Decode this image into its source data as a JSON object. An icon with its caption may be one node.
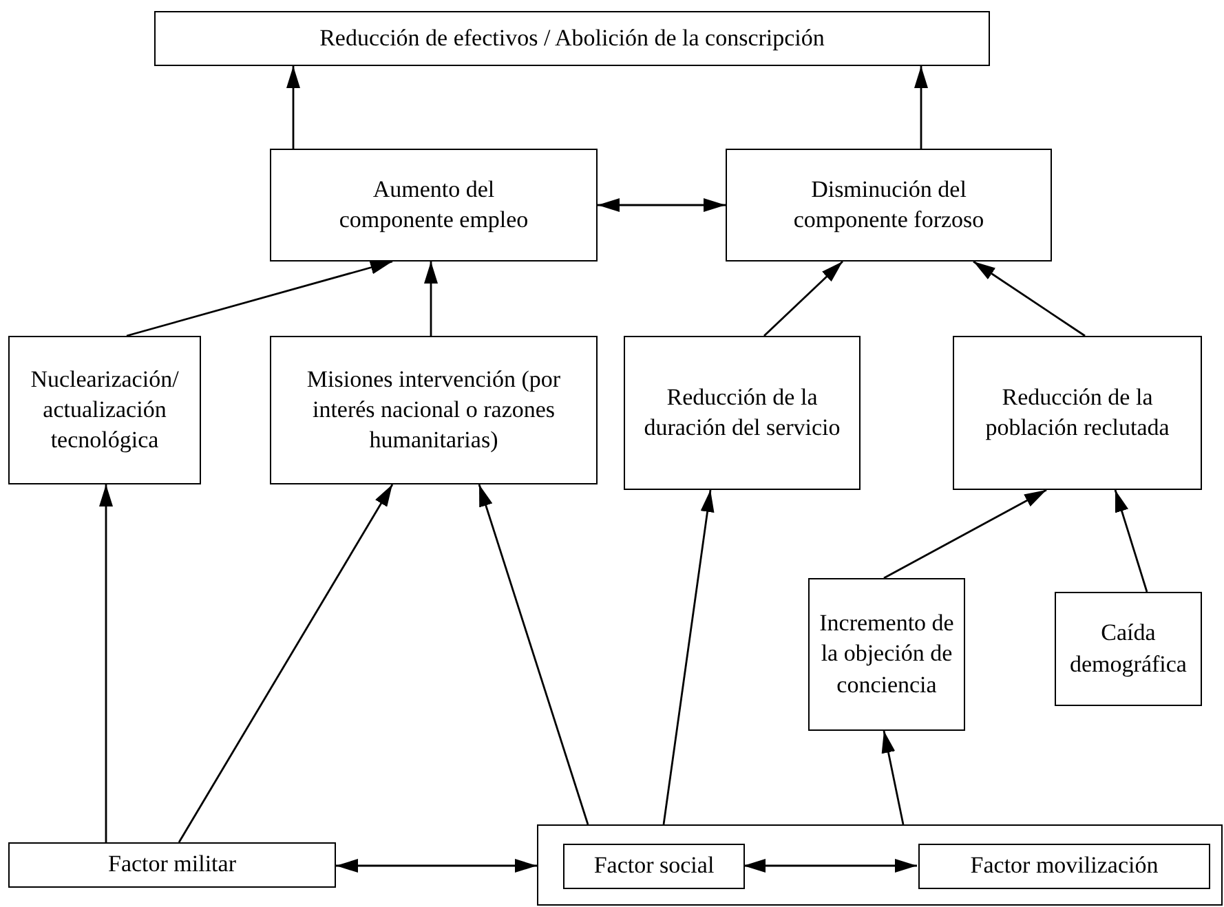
{
  "diagram": {
    "nodes": [
      {
        "text": [
          "Reducción de efectivos / Abolición de la conscripción"
        ]
      },
      {
        "text": [
          "Aumento del componente empleo"
        ]
      },
      {
        "text": [
          "Disminución del componente forzoso"
        ]
      },
      {
        "text": [
          "Nuclearización/ actualización tecnológica"
        ]
      },
      {
        "text": [
          "Misiones intervención (por interés nacional o razones humanitarias)"
        ]
      },
      {
        "text": [
          "Reducción de la duración del servicio"
        ]
      },
      {
        "text": [
          "Reducción de la población reclutada"
        ]
      },
      {
        "text": [
          "Incremento de la objeción de conciencia"
        ]
      },
      {
        "text": [
          "Caída demográfica"
        ]
      },
      {
        "text": [
          "Factor militar"
        ]
      },
      {
        "text": [],
        "shape": "box"
      },
      {
        "text": [
          "Factor social"
        ],
        "in": 10
      },
      {
        "text": [
          "Factor movilización"
        ],
        "in": 10
      }
    ],
    "edges": [
      {
        "from": 1,
        "to": 0,
        "arrow": "to"
      },
      {
        "from": 2,
        "to": 0,
        "arrow": "to"
      },
      {
        "from": 1,
        "to": 2,
        "arrow": "both"
      },
      {
        "from": 3,
        "to": 1,
        "arrow": "to"
      },
      {
        "from": 4,
        "to": 1,
        "arrow": "to"
      },
      {
        "from": 5,
        "to": 2,
        "arrow": "to"
      },
      {
        "from": 6,
        "to": 2,
        "arrow": "to"
      },
      {
        "from": 9,
        "to": 3,
        "arrow": "to"
      },
      {
        "from": 9,
        "to": 4,
        "arrow": "to"
      },
      {
        "from": 10,
        "to": 4,
        "arrow": "to"
      },
      {
        "from": 10,
        "to": 5,
        "arrow": "to"
      },
      {
        "from": 10,
        "to": 7,
        "arrow": "to"
      },
      {
        "from": 7,
        "to": 6,
        "arrow": "to"
      },
      {
        "from": 8,
        "to": 6,
        "arrow": "to"
      },
      {
        "from": 9,
        "to": 10,
        "arrow": "both"
      },
      {
        "from": 11,
        "to": 12,
        "arrow": "both"
      }
    ]
  }
}
